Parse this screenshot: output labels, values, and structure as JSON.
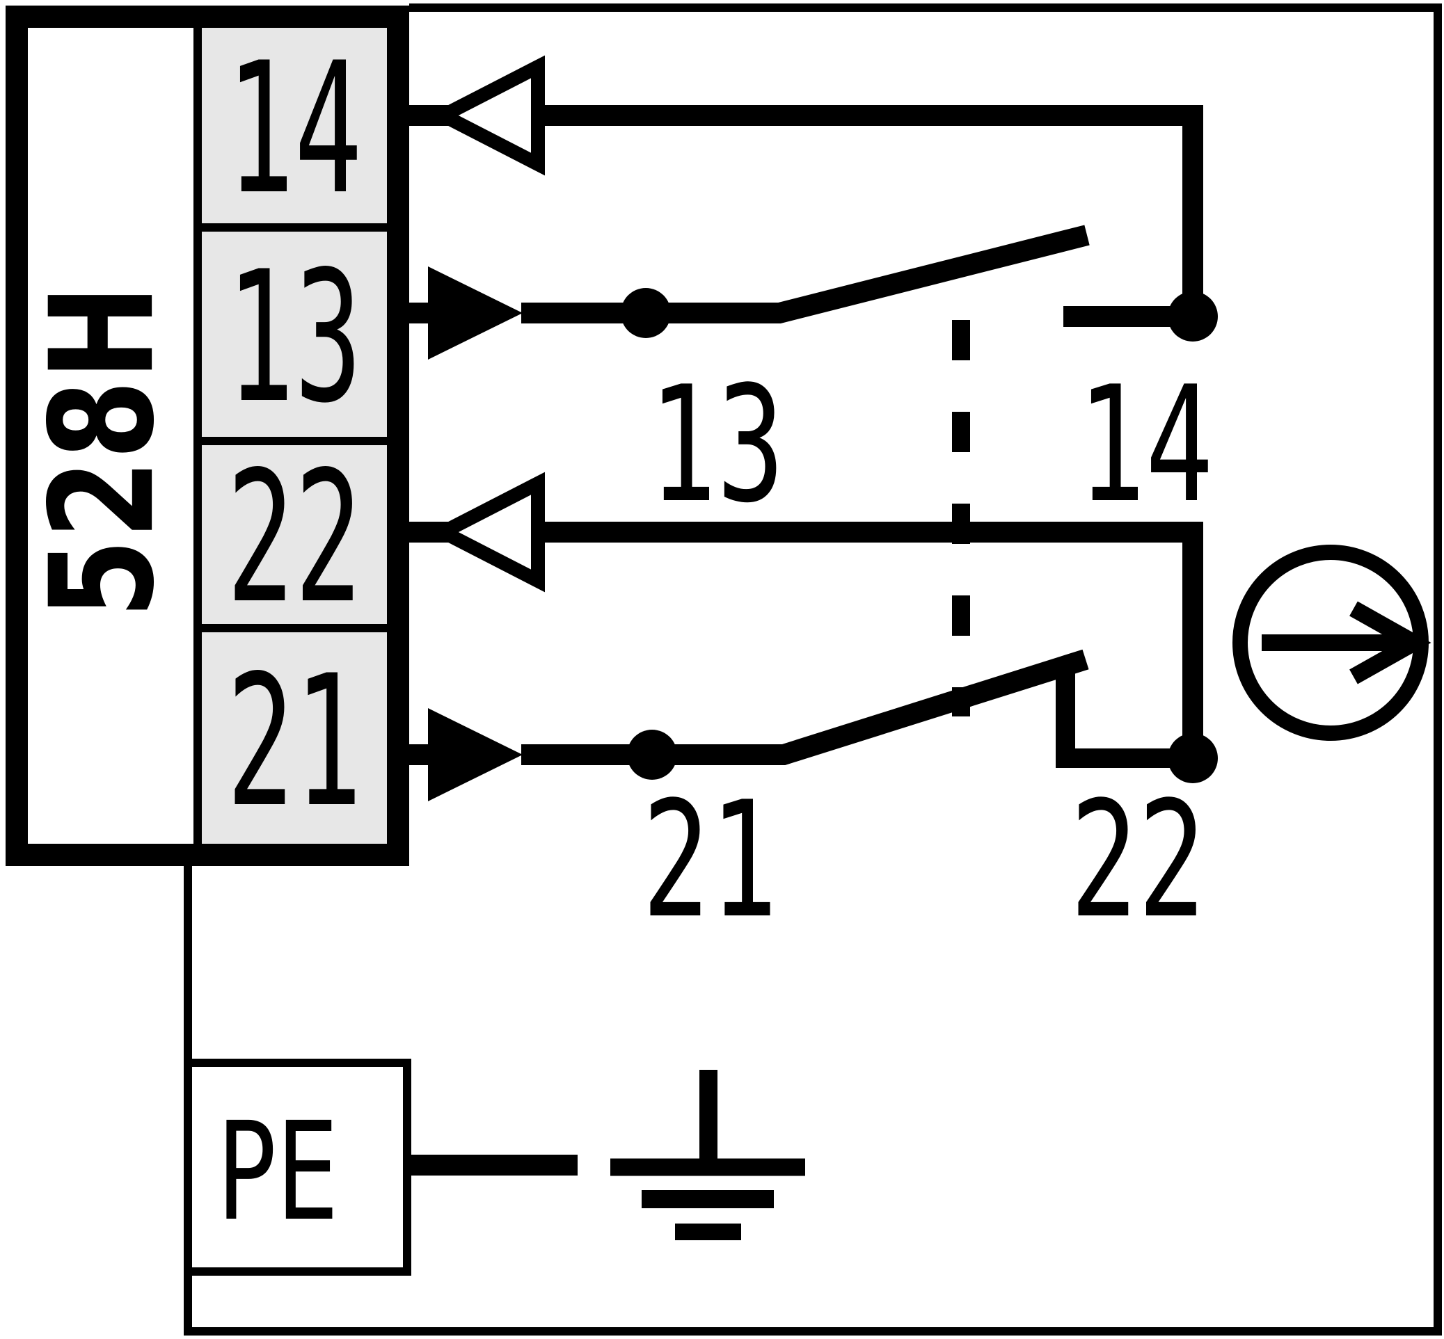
{
  "diagram": {
    "device_label": "528H",
    "terminal_block": {
      "terminals": [
        "14",
        "13",
        "22",
        "21"
      ]
    },
    "contacts": {
      "no_contact": {
        "left_label": "13",
        "right_label": "14",
        "type": "normally-open"
      },
      "nc_contact": {
        "left_label": "21",
        "right_label": "22",
        "type": "normally-closed"
      }
    },
    "pe": {
      "label": "PE"
    },
    "symbols": {
      "actuation_direction": "circle-right-arrow",
      "earth_ground": "ground",
      "mechanical_link": "dashed-line"
    },
    "colors": {
      "line": "#000000",
      "cell_bg": "#e7e7e7",
      "bg": "#ffffff"
    }
  }
}
